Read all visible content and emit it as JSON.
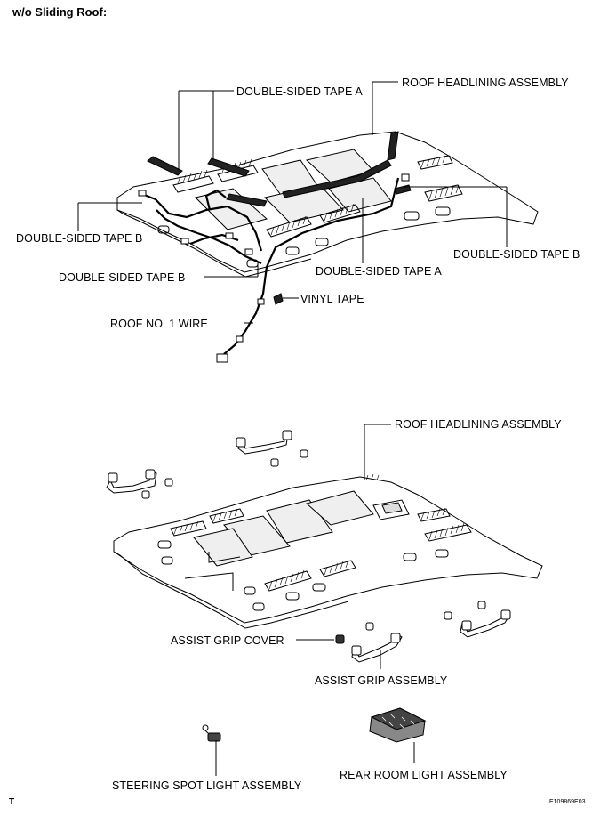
{
  "header": {
    "title": "w/o Sliding Roof:"
  },
  "upper_view": {
    "labels": {
      "roof_headlining_assembly": "ROOF HEADLINING ASSEMBLY",
      "double_sided_tape_a_top": "DOUBLE-SIDED TAPE A",
      "double_sided_tape_b_left": "DOUBLE-SIDED TAPE B",
      "double_sided_tape_b_right": "DOUBLE-SIDED TAPE B",
      "double_sided_tape_a_middle": "DOUBLE-SIDED TAPE A",
      "double_sided_tape_b_lower": "DOUBLE-SIDED TAPE B",
      "vinyl_tape": "VINYL TAPE",
      "roof_no1_wire": "ROOF NO. 1 WIRE"
    }
  },
  "lower_view": {
    "labels": {
      "roof_headlining_assembly": "ROOF HEADLINING ASSEMBLY",
      "assist_grip_cover": "ASSIST GRIP COVER",
      "assist_grip_assembly": "ASSIST GRIP ASSEMBLY",
      "steering_spot_light_assembly": "STEERING SPOT LIGHT ASSEMBLY",
      "rear_room_light_assembly": "REAR ROOM LIGHT ASSEMBLY"
    }
  },
  "footer": {
    "corner_mark": "T",
    "figure_code": "E109869E03"
  }
}
